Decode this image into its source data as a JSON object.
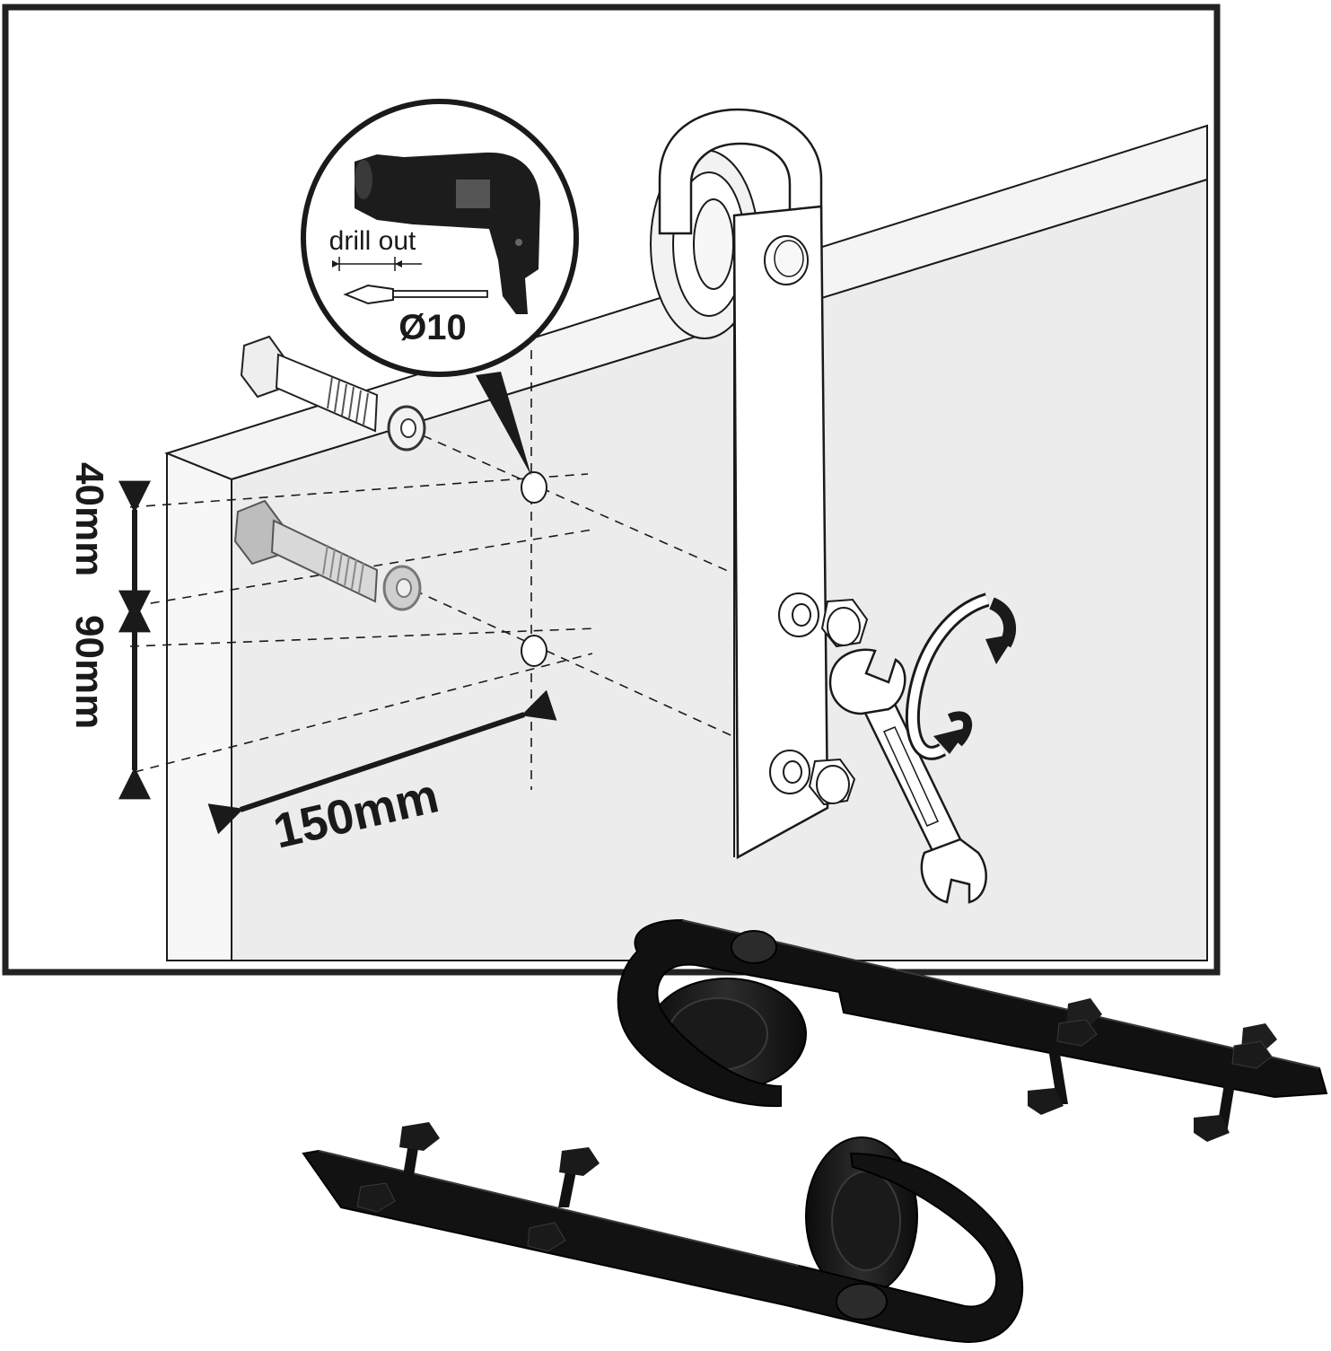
{
  "diagram": {
    "labels": {
      "drill_out": "drill out",
      "diameter": "Ø10",
      "vertical_top": "40mm",
      "vertical_bottom": "90mm",
      "horizontal": "150mm"
    },
    "colors": {
      "door_panel": "#eeeeee",
      "outline": "#1a1a1a",
      "hardware_black": "#121212",
      "hardware_highlight": "#3a3a3a",
      "bolt_gray": "#b8b8b8",
      "frame": "#222222"
    },
    "icons": [
      "drill-icon",
      "spade-bit-icon",
      "wrench-icon",
      "rotation-arrow-icon",
      "bolt-icon",
      "washer-icon",
      "nut-icon",
      "roller-hanger-icon"
    ]
  }
}
